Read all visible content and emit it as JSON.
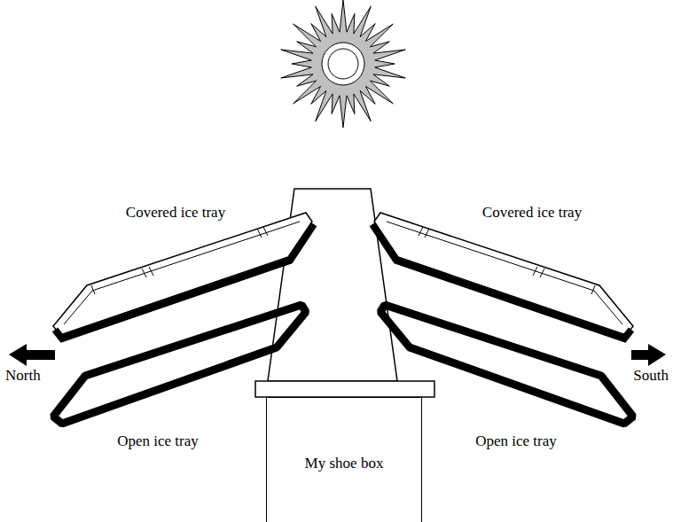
{
  "diagram": {
    "nodes": [
      {
        "text": [
          "My shoe box"
        ]
      }
    ],
    "labels": [
      "Covered ice tray",
      "Covered ice tray",
      "Open ice tray",
      "Open ice tray",
      "North",
      "South"
    ]
  }
}
